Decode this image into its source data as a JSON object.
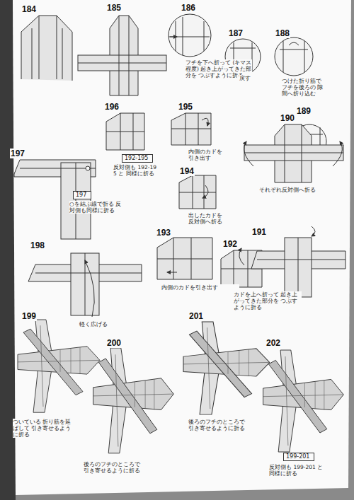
{
  "diagram": {
    "nodes": [
      {
        "text": [
          "192-195"
        ]
      },
      {
        "text": [
          "197"
        ]
      },
      {
        "text": [
          "199-201"
        ]
      }
    ],
    "labels": [
      "184",
      "185",
      "186",
      "フチを下へ折って (キマス程度) 起き上がってきた部分を つぶすように折る",
      "187",
      "188",
      "戻す",
      "つけた折り筋で フチを後ろの 隙間へ折り込む",
      "189",
      "196",
      "195",
      "190",
      "反対側も 192-195 と 同様に折る",
      "内側のカドを 引き出す",
      "それぞれ反対側へ折る",
      "197",
      "○を結ぶ線で折る 反対側も同様に折る",
      "194",
      "出したカドを 反対側へ折る",
      "193",
      "192",
      "191",
      "198",
      "内側のカドを引き出す",
      "カドを上へ折って 起き上がってきた部分を つぶすように折る",
      "軽く広げる",
      "199",
      "201",
      "200",
      "202",
      "ついている 折り筋を延ばして 引き寄せるように折る",
      "後ろのフチのところで 引き寄せるように折る",
      "後ろのフチのところで 引き寄せるように折る",
      "反対側も 199-201 と 同様に折る"
    ]
  }
}
